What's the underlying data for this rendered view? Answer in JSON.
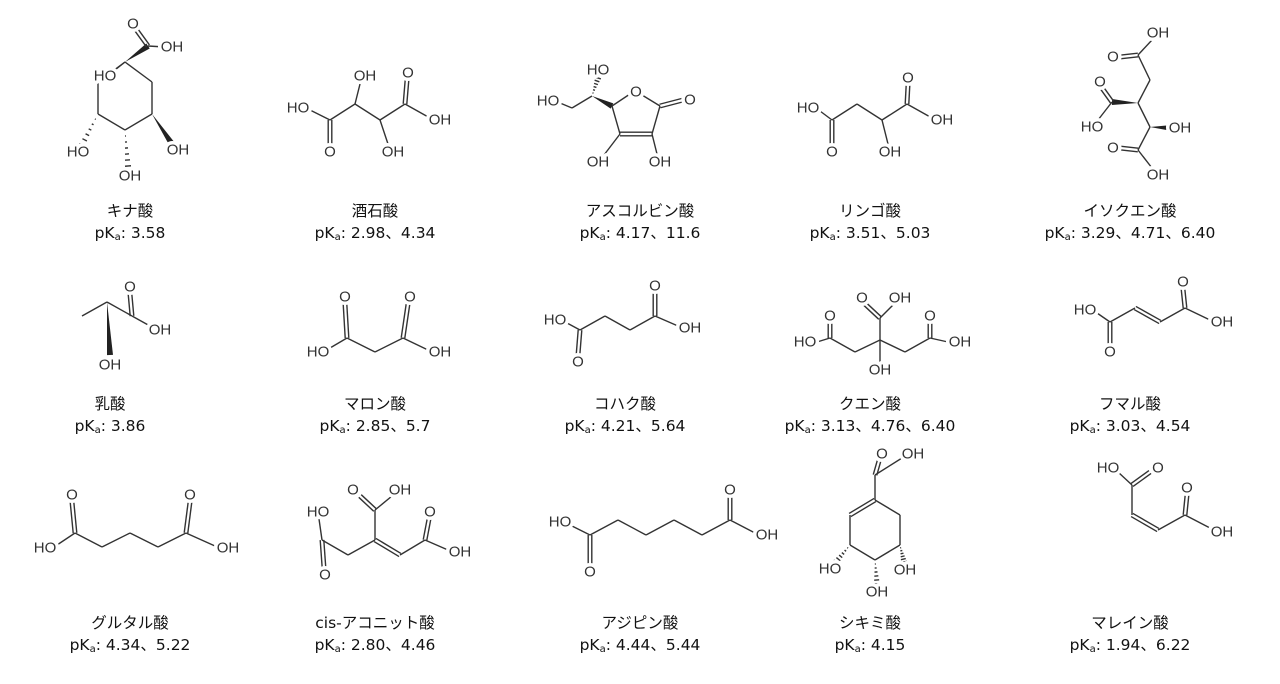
{
  "pka_prefix": "pK",
  "pka_sub": "a",
  "pka_sep": ": ",
  "molecules": [
    {
      "name": "キナ酸",
      "pka": "3.58",
      "atoms": [
        "HO",
        "O",
        "OH",
        "HO",
        "OH",
        "OH"
      ]
    },
    {
      "name": "酒石酸",
      "pka": "2.98、4.34",
      "atoms": [
        "HO",
        "O",
        "OH",
        "OH",
        "O",
        "OH"
      ]
    },
    {
      "name": "アスコルビン酸",
      "pka": "4.17、11.6",
      "atoms": [
        "HO",
        "HO",
        "O",
        "O",
        "OH",
        "OH"
      ]
    },
    {
      "name": "リンゴ酸",
      "pka": "3.51、5.03",
      "atoms": [
        "HO",
        "O",
        "OH",
        "O",
        "OH"
      ]
    },
    {
      "name": "イソクエン酸",
      "pka": "3.29、4.71、6.40",
      "atoms": [
        "OH",
        "O",
        "O",
        "HO",
        "OH",
        "O",
        "OH"
      ]
    },
    {
      "name": "乳酸",
      "pka": "3.86",
      "atoms": [
        "O",
        "OH",
        "OH"
      ]
    },
    {
      "name": "マロン酸",
      "pka": "2.85、5.7",
      "atoms": [
        "O",
        "O",
        "HO",
        "OH"
      ]
    },
    {
      "name": "コハク酸",
      "pka": "4.21、5.64",
      "atoms": [
        "HO",
        "O",
        "O",
        "OH"
      ]
    },
    {
      "name": "クエン酸",
      "pka": "3.13、4.76、6.40",
      "atoms": [
        "O",
        "OH",
        "O",
        "O",
        "HO",
        "OH",
        "OH"
      ]
    },
    {
      "name": "フマル酸",
      "pka": "3.03、4.54",
      "atoms": [
        "HO",
        "O",
        "O",
        "OH"
      ]
    },
    {
      "name": "グルタル酸",
      "pka": "4.34、5.22",
      "atoms": [
        "O",
        "HO",
        "O",
        "OH"
      ]
    },
    {
      "name": "cis-アコニット酸",
      "pka": "2.80、4.46",
      "atoms": [
        "O",
        "OH",
        "HO",
        "O",
        "O",
        "OH"
      ]
    },
    {
      "name": "アジピン酸",
      "pka": "4.44、5.44",
      "atoms": [
        "HO",
        "O",
        "O",
        "OH"
      ]
    },
    {
      "name": "シキミ酸",
      "pka": "4.15",
      "atoms": [
        "O",
        "OH",
        "HO",
        "OH",
        "OH"
      ]
    },
    {
      "name": "マレイン酸",
      "pka": "1.94、6.22",
      "atoms": [
        "HO",
        "O",
        "O",
        "OH"
      ]
    }
  ]
}
